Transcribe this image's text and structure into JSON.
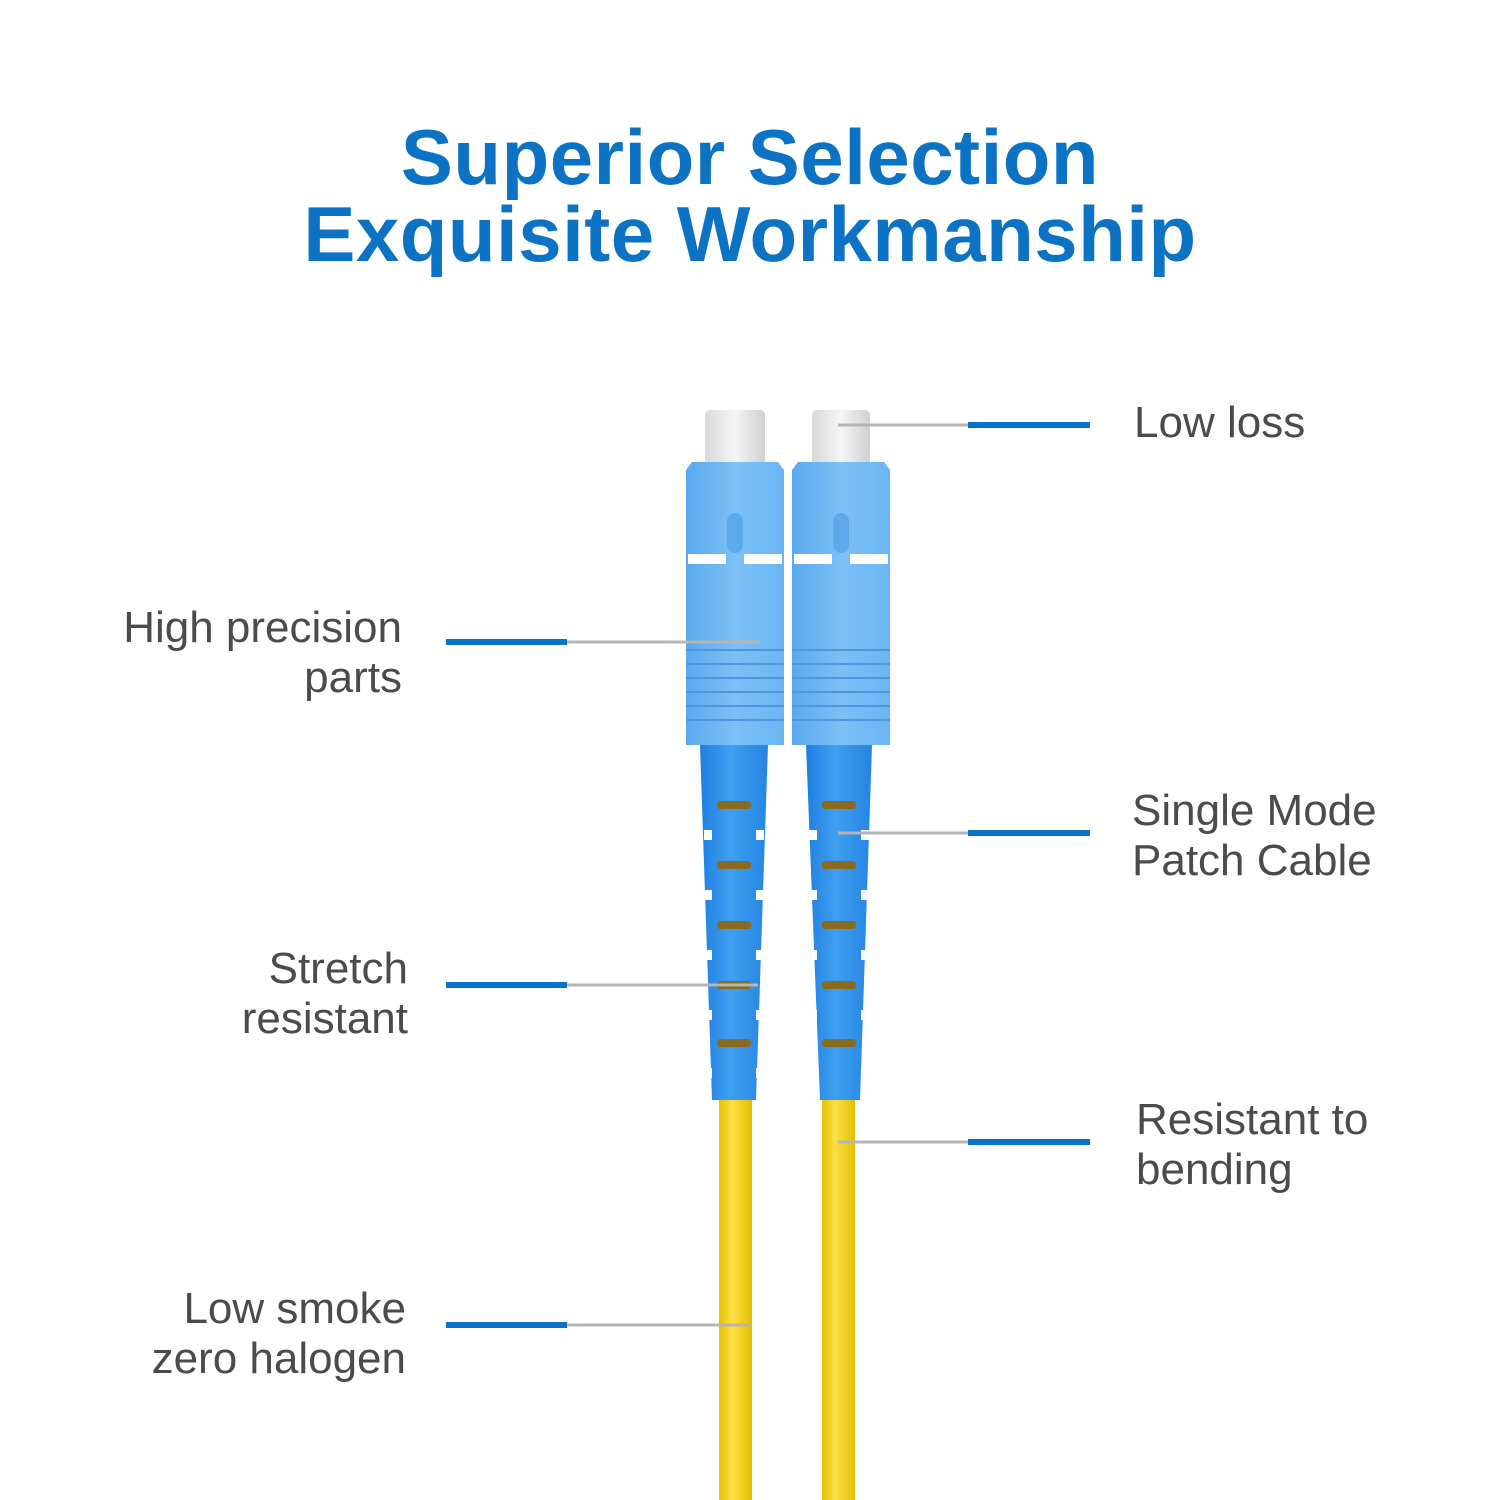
{
  "title": {
    "line1": "Superior Selection",
    "line2": "Exquisite Workmanship"
  },
  "callouts": {
    "low_loss": "Low loss",
    "high_precision": [
      "High precision",
      "parts"
    ],
    "single_mode": [
      "Single Mode",
      "Patch Cable"
    ],
    "stretch": [
      "Stretch",
      "resistant"
    ],
    "bending": [
      "Resistant to",
      "bending"
    ],
    "low_smoke": [
      "Low smoke",
      "zero halogen"
    ]
  },
  "colors": {
    "title": "#0b72c4",
    "connector": "#6fb6f2",
    "boot": "#2f8fe6",
    "cable": "#f3d21e",
    "accent_line": "#0b72c4",
    "leader_line": "#b5b5b5",
    "text": "#4b4b4b"
  }
}
